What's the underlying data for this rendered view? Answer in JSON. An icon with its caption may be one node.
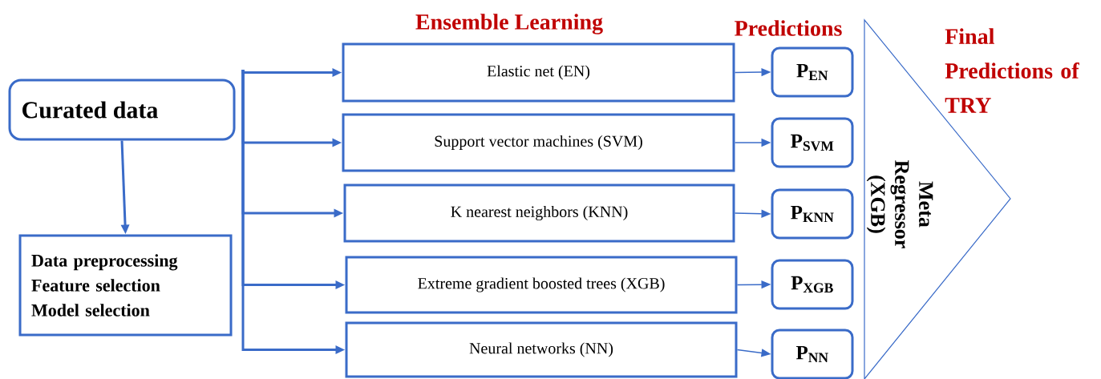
{
  "diagram": {
    "nodes": [
      {
        "text": [
          "Curated data"
        ]
      },
      {
        "text": [
          "Data preprocessing",
          "Feature selection",
          "Model selection"
        ]
      },
      {
        "text": [
          "Elastic net (EN)"
        ]
      },
      {
        "text": [
          "Support vector machines (SVM)"
        ]
      },
      {
        "text": [
          "K nearest neighbors (KNN)"
        ]
      },
      {
        "text": [
          "Extreme gradient  boosted trees (XGB)"
        ]
      },
      {
        "text": [
          "Neural networks (NN)"
        ]
      },
      {
        "text": [
          "P$_{EN}$"
        ]
      },
      {
        "text": [
          "P$_{SVM}$"
        ]
      },
      {
        "text": [
          "P$_{KNN}$"
        ]
      },
      {
        "text": [
          "P$_{XGB}$"
        ]
      },
      {
        "text": [
          "P$_{NN}$"
        ]
      },
      {
        "text": [
          "Meta Regressor (XGB)"
        ]
      }
    ],
    "edges": [
      {
        "from": 0,
        "to": 1,
        "arrow": "to"
      },
      {
        "from": null,
        "to": 2,
        "arrow": "to"
      },
      {
        "from": null,
        "to": 3,
        "arrow": "to"
      },
      {
        "from": null,
        "to": 4,
        "arrow": "to"
      },
      {
        "from": null,
        "to": 5,
        "arrow": "to"
      },
      {
        "from": null,
        "to": 6,
        "arrow": "to"
      },
      {
        "from": 2,
        "to": 7,
        "arrow": "to"
      },
      {
        "from": 3,
        "to": 8,
        "arrow": "to"
      },
      {
        "from": 4,
        "to": 9,
        "arrow": "to"
      },
      {
        "from": 5,
        "to": 10,
        "arrow": "to"
      },
      {
        "from": 6,
        "to": 11,
        "arrow": "to"
      }
    ],
    "labels": [
      "Ensemble Learning",
      "Predictions",
      "Final Predictions of TRY"
    ]
  }
}
